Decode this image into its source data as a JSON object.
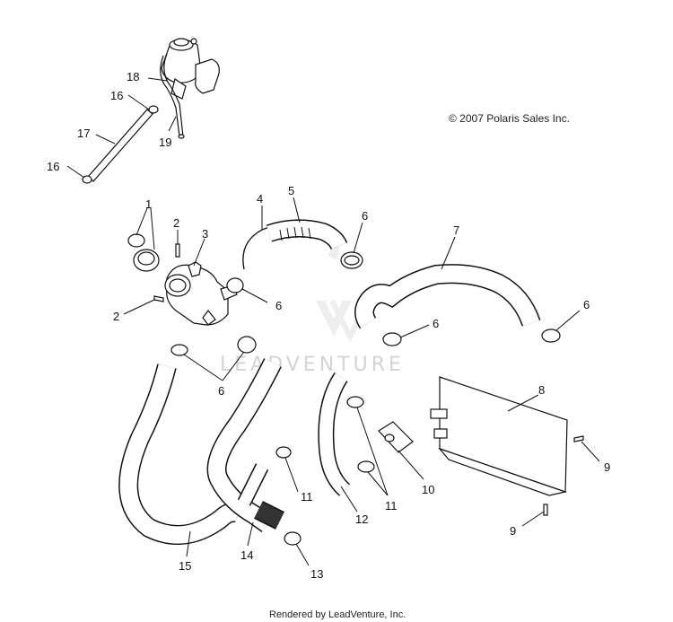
{
  "copyright": "© 2007 Polaris Sales Inc.",
  "watermark": "LEADVENTURE",
  "footer": "Rendered by LeadVenture, Inc.",
  "callouts": [
    {
      "id": "c18",
      "text": "18"
    },
    {
      "id": "c16a",
      "text": "16"
    },
    {
      "id": "c17",
      "text": "17"
    },
    {
      "id": "c16b",
      "text": "16"
    },
    {
      "id": "c19",
      "text": "19"
    },
    {
      "id": "c1",
      "text": "1"
    },
    {
      "id": "c2a",
      "text": "2"
    },
    {
      "id": "c3",
      "text": "3"
    },
    {
      "id": "c4",
      "text": "4"
    },
    {
      "id": "c5",
      "text": "5"
    },
    {
      "id": "c6a",
      "text": "6"
    },
    {
      "id": "c7",
      "text": "7"
    },
    {
      "id": "c6b",
      "text": "6"
    },
    {
      "id": "c2b",
      "text": "2"
    },
    {
      "id": "c6c",
      "text": "6"
    },
    {
      "id": "c6d",
      "text": "6"
    },
    {
      "id": "c6e",
      "text": "6"
    },
    {
      "id": "c8",
      "text": "8"
    },
    {
      "id": "c9a",
      "text": "9"
    },
    {
      "id": "c11a",
      "text": "11"
    },
    {
      "id": "c11b",
      "text": "11"
    },
    {
      "id": "c10",
      "text": "10"
    },
    {
      "id": "c12",
      "text": "12"
    },
    {
      "id": "c9b",
      "text": "9"
    },
    {
      "id": "c15",
      "text": "15"
    },
    {
      "id": "c14",
      "text": "14"
    },
    {
      "id": "c13",
      "text": "13"
    }
  ]
}
